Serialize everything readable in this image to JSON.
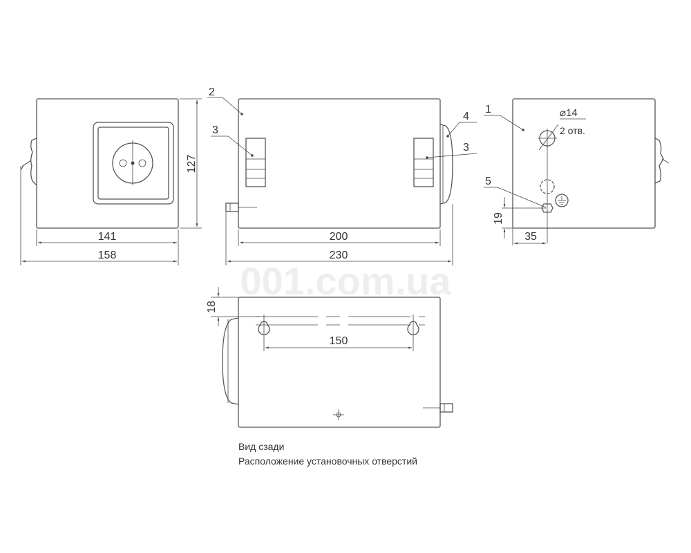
{
  "watermark": "001.com.ua",
  "dimensions": {
    "front_width": "141",
    "front_overall": "158",
    "height": "127",
    "side_width": "200",
    "side_overall": "230",
    "hole_diameter": "⌀14",
    "hole_count": "2 отв.",
    "hole_from_bottom": "19",
    "hole_from_side": "35",
    "rear_top_offset": "18",
    "mount_spacing": "150"
  },
  "callouts": {
    "c1": "1",
    "c2": "2",
    "c3a": "3",
    "c3b": "3",
    "c4": "4",
    "c5": "5"
  },
  "caption": {
    "line1": "Вид сзади",
    "line2": "Расположение установочных отверстий"
  }
}
